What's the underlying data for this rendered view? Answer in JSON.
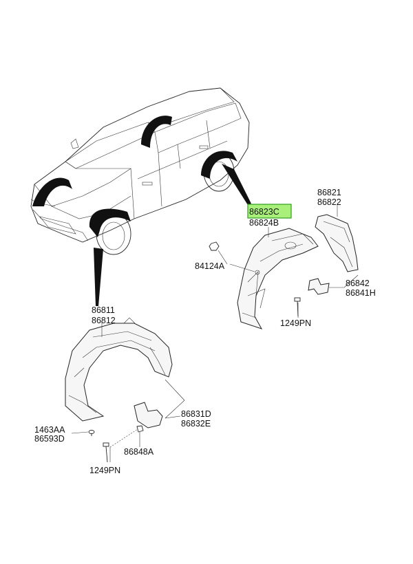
{
  "labels": {
    "front_liner_a": "86811",
    "front_liner_b": "86812",
    "rear_liner_a": "86823C",
    "rear_liner_b": "86824B",
    "rear_side_a": "86821",
    "rear_side_b": "86822",
    "nut": "84124A",
    "rear_bracket_a": "86842",
    "rear_bracket_b": "86841H",
    "rear_screw": "1249PN",
    "front_bracket_a": "86831D",
    "front_bracket_b": "86832E",
    "clip_a": "1463AA",
    "clip_b": "86593D",
    "front_washer": "86848A",
    "front_screw": "1249PN"
  },
  "colors": {
    "highlight_fill": "#a8f07a",
    "highlight_border": "#2f9e1a",
    "line": "#222222"
  }
}
